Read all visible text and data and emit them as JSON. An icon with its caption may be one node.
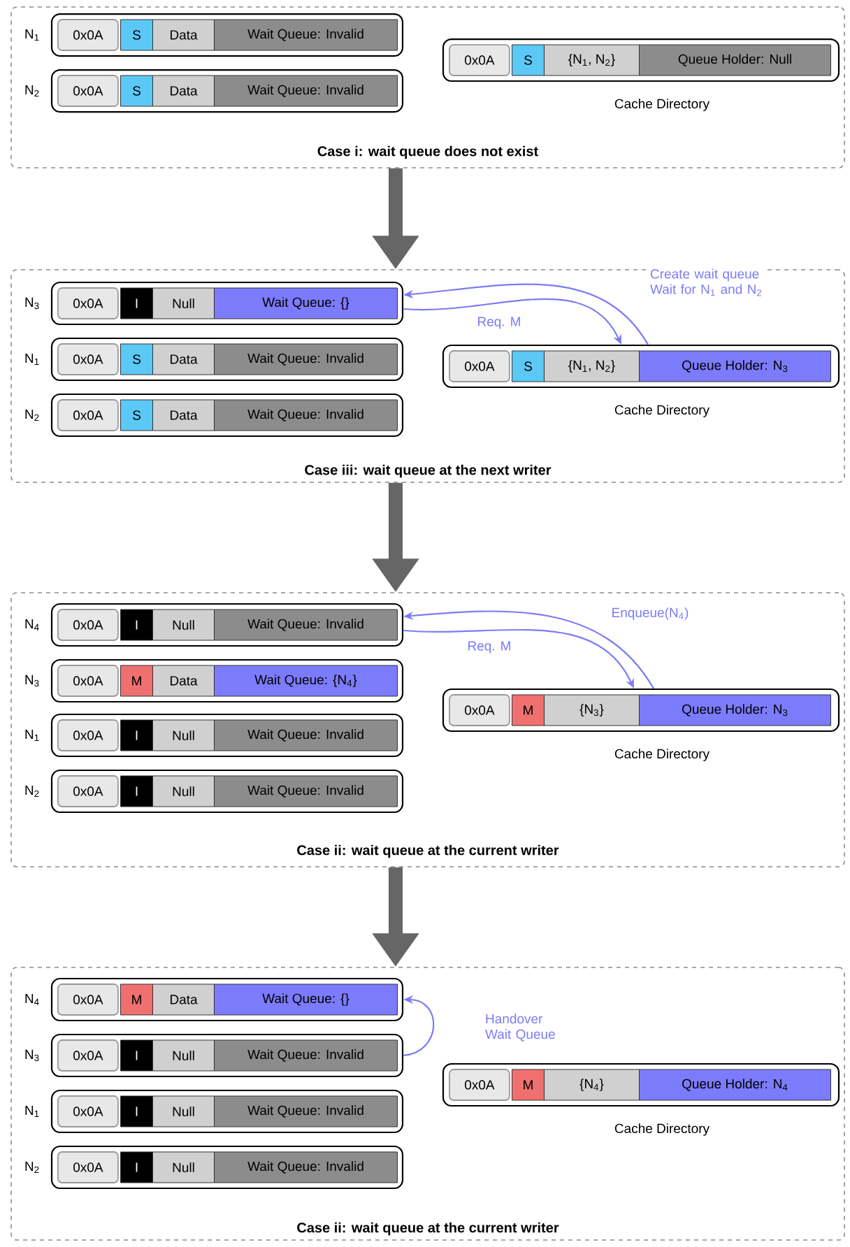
{
  "diagram": {
    "nodes": [
      {
        "text": [
          "Case i: wait queue does not exist"
        ]
      },
      {
        "text": [
          "0x0A",
          "S",
          "Data",
          "Wait Queue: Invalid"
        ],
        "in": 0,
        "beside": [
          "N$_{1}$"
        ]
      },
      {
        "text": [
          "0x0A",
          "S",
          "Data",
          "Wait Queue: Invalid"
        ],
        "in": 0,
        "beside": [
          "N$_{2}$"
        ]
      },
      {
        "text": [
          "0x0A",
          "S",
          "{N$_{1}$, N$_{2}$}",
          "Queue Holder: Null"
        ],
        "in": 0,
        "beside": [
          "Cache Directory"
        ]
      },
      {
        "text": [
          "Case iii: wait queue at the next writer"
        ]
      },
      {
        "text": [
          "0x0A",
          "I",
          "Null",
          "Wait Queue: {}"
        ],
        "in": 4,
        "beside": [
          "N$_{3}$"
        ]
      },
      {
        "text": [
          "0x0A",
          "S",
          "Data",
          "Wait Queue: Invalid"
        ],
        "in": 4,
        "beside": [
          "N$_{1}$"
        ]
      },
      {
        "text": [
          "0x0A",
          "S",
          "Data",
          "Wait Queue: Invalid"
        ],
        "in": 4,
        "beside": [
          "N$_{2}$"
        ]
      },
      {
        "text": [
          "0x0A",
          "S",
          "{N$_{1}$, N$_{2}$}",
          "Queue Holder: N$_{3}$"
        ],
        "in": 4,
        "beside": [
          "Cache Directory"
        ]
      },
      {
        "text": [
          "Case ii: wait queue at the current writer"
        ]
      },
      {
        "text": [
          "0x0A",
          "I",
          "Null",
          "Wait Queue: Invalid"
        ],
        "in": 9,
        "beside": [
          "N$_{4}$"
        ]
      },
      {
        "text": [
          "0x0A",
          "M",
          "Data",
          "Wait Queue: {N$_{4}$}"
        ],
        "in": 9,
        "beside": [
          "N$_{3}$"
        ]
      },
      {
        "text": [
          "0x0A",
          "I",
          "Null",
          "Wait Queue: Invalid"
        ],
        "in": 9,
        "beside": [
          "N$_{1}$"
        ]
      },
      {
        "text": [
          "0x0A",
          "I",
          "Null",
          "Wait Queue: Invalid"
        ],
        "in": 9,
        "beside": [
          "N$_{2}$"
        ]
      },
      {
        "text": [
          "0x0A",
          "M",
          "{N$_{3}$}",
          "Queue Holder: N$_{3}$"
        ],
        "in": 9,
        "beside": [
          "Cache Directory"
        ]
      },
      {
        "text": [
          "Case ii: wait queue at the current writer"
        ]
      },
      {
        "text": [
          "0x0A",
          "M",
          "Data",
          "Wait Queue: {}"
        ],
        "in": 15,
        "beside": [
          "N$_{4}$"
        ]
      },
      {
        "text": [
          "0x0A",
          "I",
          "Null",
          "Wait Queue: Invalid"
        ],
        "in": 15,
        "beside": [
          "N$_{3}$"
        ]
      },
      {
        "text": [
          "0x0A",
          "I",
          "Null",
          "Wait Queue: Invalid"
        ],
        "in": 15,
        "beside": [
          "N$_{1}$"
        ]
      },
      {
        "text": [
          "0x0A",
          "I",
          "Null",
          "Wait Queue: Invalid"
        ],
        "in": 15,
        "beside": [
          "N$_{2}$"
        ]
      },
      {
        "text": [
          "0x0A",
          "M",
          "{N$_{4}$}",
          "Queue Holder: N$_{4}$"
        ],
        "in": 15,
        "beside": [
          "Cache Directory"
        ]
      }
    ],
    "edges": [
      {
        "from": 0,
        "to": 4,
        "arrow": "to",
        "style": "thick",
        "color": "#666666"
      },
      {
        "from": 4,
        "to": 9,
        "arrow": "to",
        "style": "thick",
        "color": "#666666"
      },
      {
        "from": 9,
        "to": 15,
        "arrow": "to",
        "style": "thick",
        "color": "#666666"
      },
      {
        "from": 5,
        "to": 8,
        "arrow": "to",
        "label": "Req. M"
      },
      {
        "from": 8,
        "to": 5,
        "arrow": "to",
        "label": "Create wait queue Wait for N$_{1}$ and N$_{2}$"
      },
      {
        "from": 10,
        "to": 14,
        "arrow": "to",
        "label": "Req. M"
      },
      {
        "from": 14,
        "to": 10,
        "arrow": "to",
        "label": "Enqueue(N$_{4}$)"
      },
      {
        "from": 17,
        "to": 16,
        "arrow": "to",
        "label": "Handover Wait Queue"
      }
    ]
  }
}
